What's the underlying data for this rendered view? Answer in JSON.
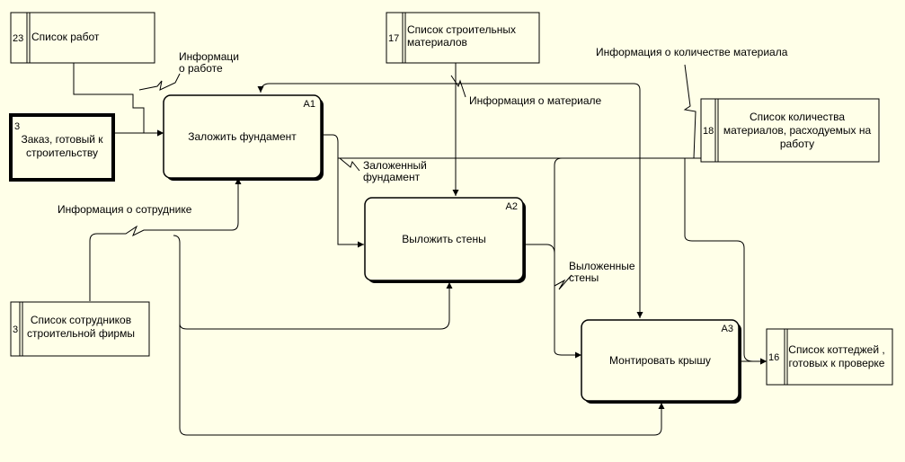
{
  "diagram": {
    "colors": {
      "background": "#FFFFE8",
      "stroke": "#000000",
      "box_fill": "#FFFFE8"
    },
    "activities": [
      {
        "id": "A1",
        "title": "Заложить фундамент"
      },
      {
        "id": "A2",
        "title": "Выложить стены"
      },
      {
        "id": "A3",
        "title": "Монтировать крышу"
      }
    ],
    "stores": [
      {
        "num": "23",
        "lines": [
          "Список работ"
        ]
      },
      {
        "num": "17",
        "lines": [
          "Список строительных",
          "материалов"
        ]
      },
      {
        "num": "3",
        "lines": [
          "Заказ, готовый к",
          "строительству"
        ]
      },
      {
        "num": "18",
        "lines": [
          "Список количества",
          "материалов, расходуемых на",
          "работу"
        ]
      },
      {
        "num": "3",
        "lines": [
          "Список сотрудников",
          "строительной фирмы"
        ]
      },
      {
        "num": "16",
        "lines": [
          "Список коттеджей ,",
          "готовых к проверке"
        ]
      }
    ],
    "arrow_labels": {
      "work_info": [
        "Информаци",
        "о работе"
      ],
      "material_info": [
        "Информация о материале"
      ],
      "material_qty_info": [
        "Информация о количестве материала"
      ],
      "foundation_done": [
        "Заложенный",
        "фундамент"
      ],
      "employee_info": [
        "Информация о сотруднике"
      ],
      "walls_done": [
        "Выложенные",
        "стены"
      ]
    }
  }
}
